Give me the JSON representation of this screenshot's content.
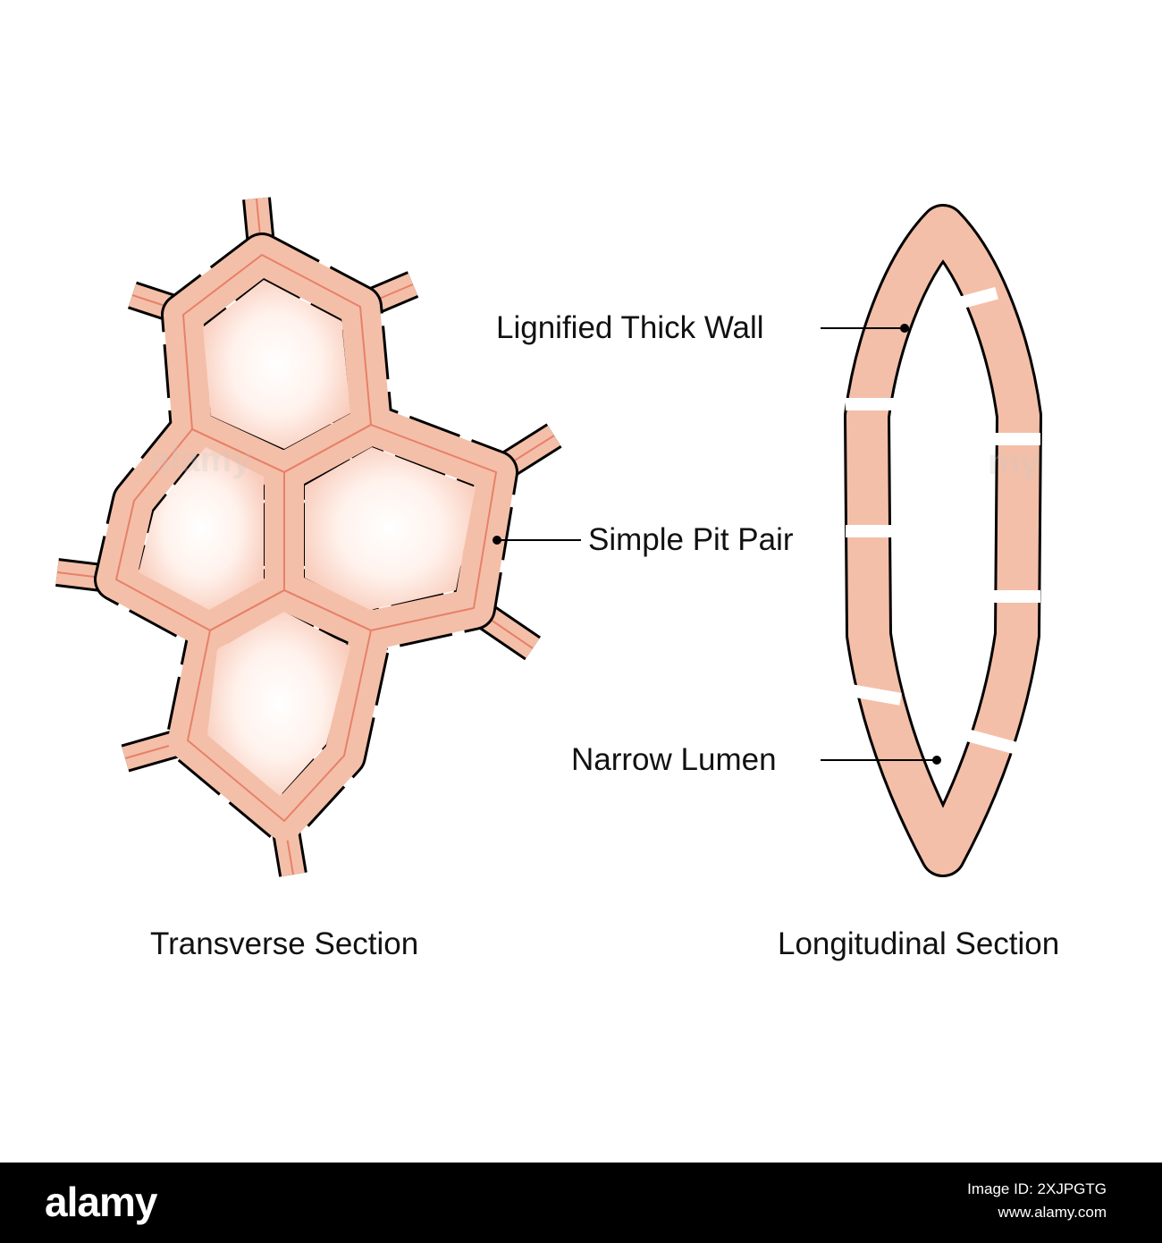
{
  "labels": {
    "transverse_section": "Transverse Section",
    "longitudinal_section": "Longitudinal Section",
    "lignified_thick_wall": "Lignified Thick Wall",
    "simple_pit_pair": "Simple Pit Pair",
    "narrow_lumen": "Narrow Lumen"
  },
  "footer": {
    "logo": "alamy",
    "image_id": "Image ID: 2XJPGTG",
    "site": "www.alamy.com"
  },
  "colors": {
    "wall_fill": "#f4bfa8",
    "middle_lamella": "#e8806a",
    "lumen_center": "#ffffff",
    "lumen_edge": "#fbd3c4",
    "outline": "#000000",
    "footer_bg": "#000000"
  }
}
